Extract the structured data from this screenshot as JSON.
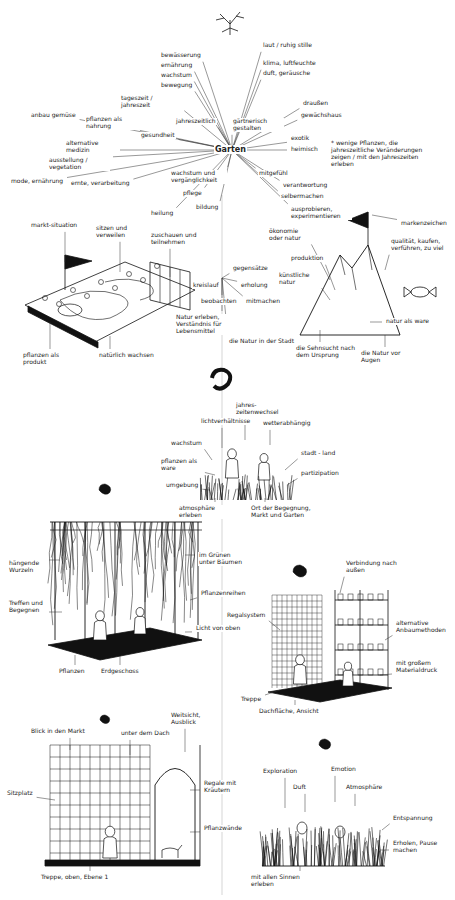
{
  "diagram": {
    "labels": [
      "bewässerung",
      "ernährung",
      "wachstum",
      "bewegung",
      "laut / ruhig stille",
      "klima, luftfeuchte",
      "duft, geräusche",
      "tageszeit / jahreszeit",
      "jahreszeitlich",
      "gärtnerisch gestalten",
      "draußen",
      "gewächshaus",
      "exotik",
      "heimisch",
      "anbau gemüse",
      "pflanzen als nahrung",
      "gesundheit",
      "alternative medizin",
      "ausstellung / vegetation",
      "mode, ernährung",
      "ernte, verarbeitung",
      "Garten",
      "mitgefühl",
      "verantwortung",
      "selbermachen",
      "ausprobieren, experimentieren",
      "wachstum und vergänglichkeit",
      "pflege",
      "bildung",
      "heilung",
      "* wenige Pflanzen, die jahreszeitliche Veränderungen zeigen / mit den Jahreszeiten erleben",
      "markt-situation",
      "sitzen und verweilen",
      "zuschauen und teilnehmen",
      "pflanzen als produkt",
      "natürlich wachsen",
      "gegensätze",
      "kreislauf",
      "erholung",
      "beobachten",
      "mitmachen",
      "Natur erleben, Verständnis für Lebensmittel",
      "die Natur in der Stadt",
      "ökonomie oder natur",
      "produktion",
      "künstliche natur",
      "markenzeichen",
      "qualität, kaufen, verführen, zu viel",
      "natur als ware",
      "die Sehnsucht nach dem Ursprung",
      "die Natur vor Augen",
      "jahres-zeitenwechsel",
      "lichtverhältnisse",
      "wetterabhängig",
      "wachstum",
      "pflanzen als ware",
      "umgebung",
      "stadt - land",
      "partizipation",
      "atmosphäre erleben",
      "Ort der Begegnung, Markt und Garten",
      "hängende Wurzeln",
      "Treffen und Begegnen",
      "Pflanzen",
      "im Grünen unter Bäumen",
      "Pflanzenreihen",
      "Licht von oben",
      "Erdgeschoss",
      "Verbindung nach außen",
      "Regalsystem",
      "alternative Anbaumethoden",
      "mit großem Materialdruck",
      "Treppe",
      "Dachfläche, Ansicht",
      "unter dem Dach",
      "Blick in den Markt",
      "Weitsicht, Ausblick",
      "Regale mit Kräutern",
      "Sitzplatz",
      "Pflanzwände",
      "Treppe, oben, Ebene 1",
      "Exploration",
      "Duft",
      "Emotion",
      "Atmosphäre",
      "Entspannung",
      "Erholen, Pause machen",
      "mit allen Sinnen erleben"
    ]
  }
}
